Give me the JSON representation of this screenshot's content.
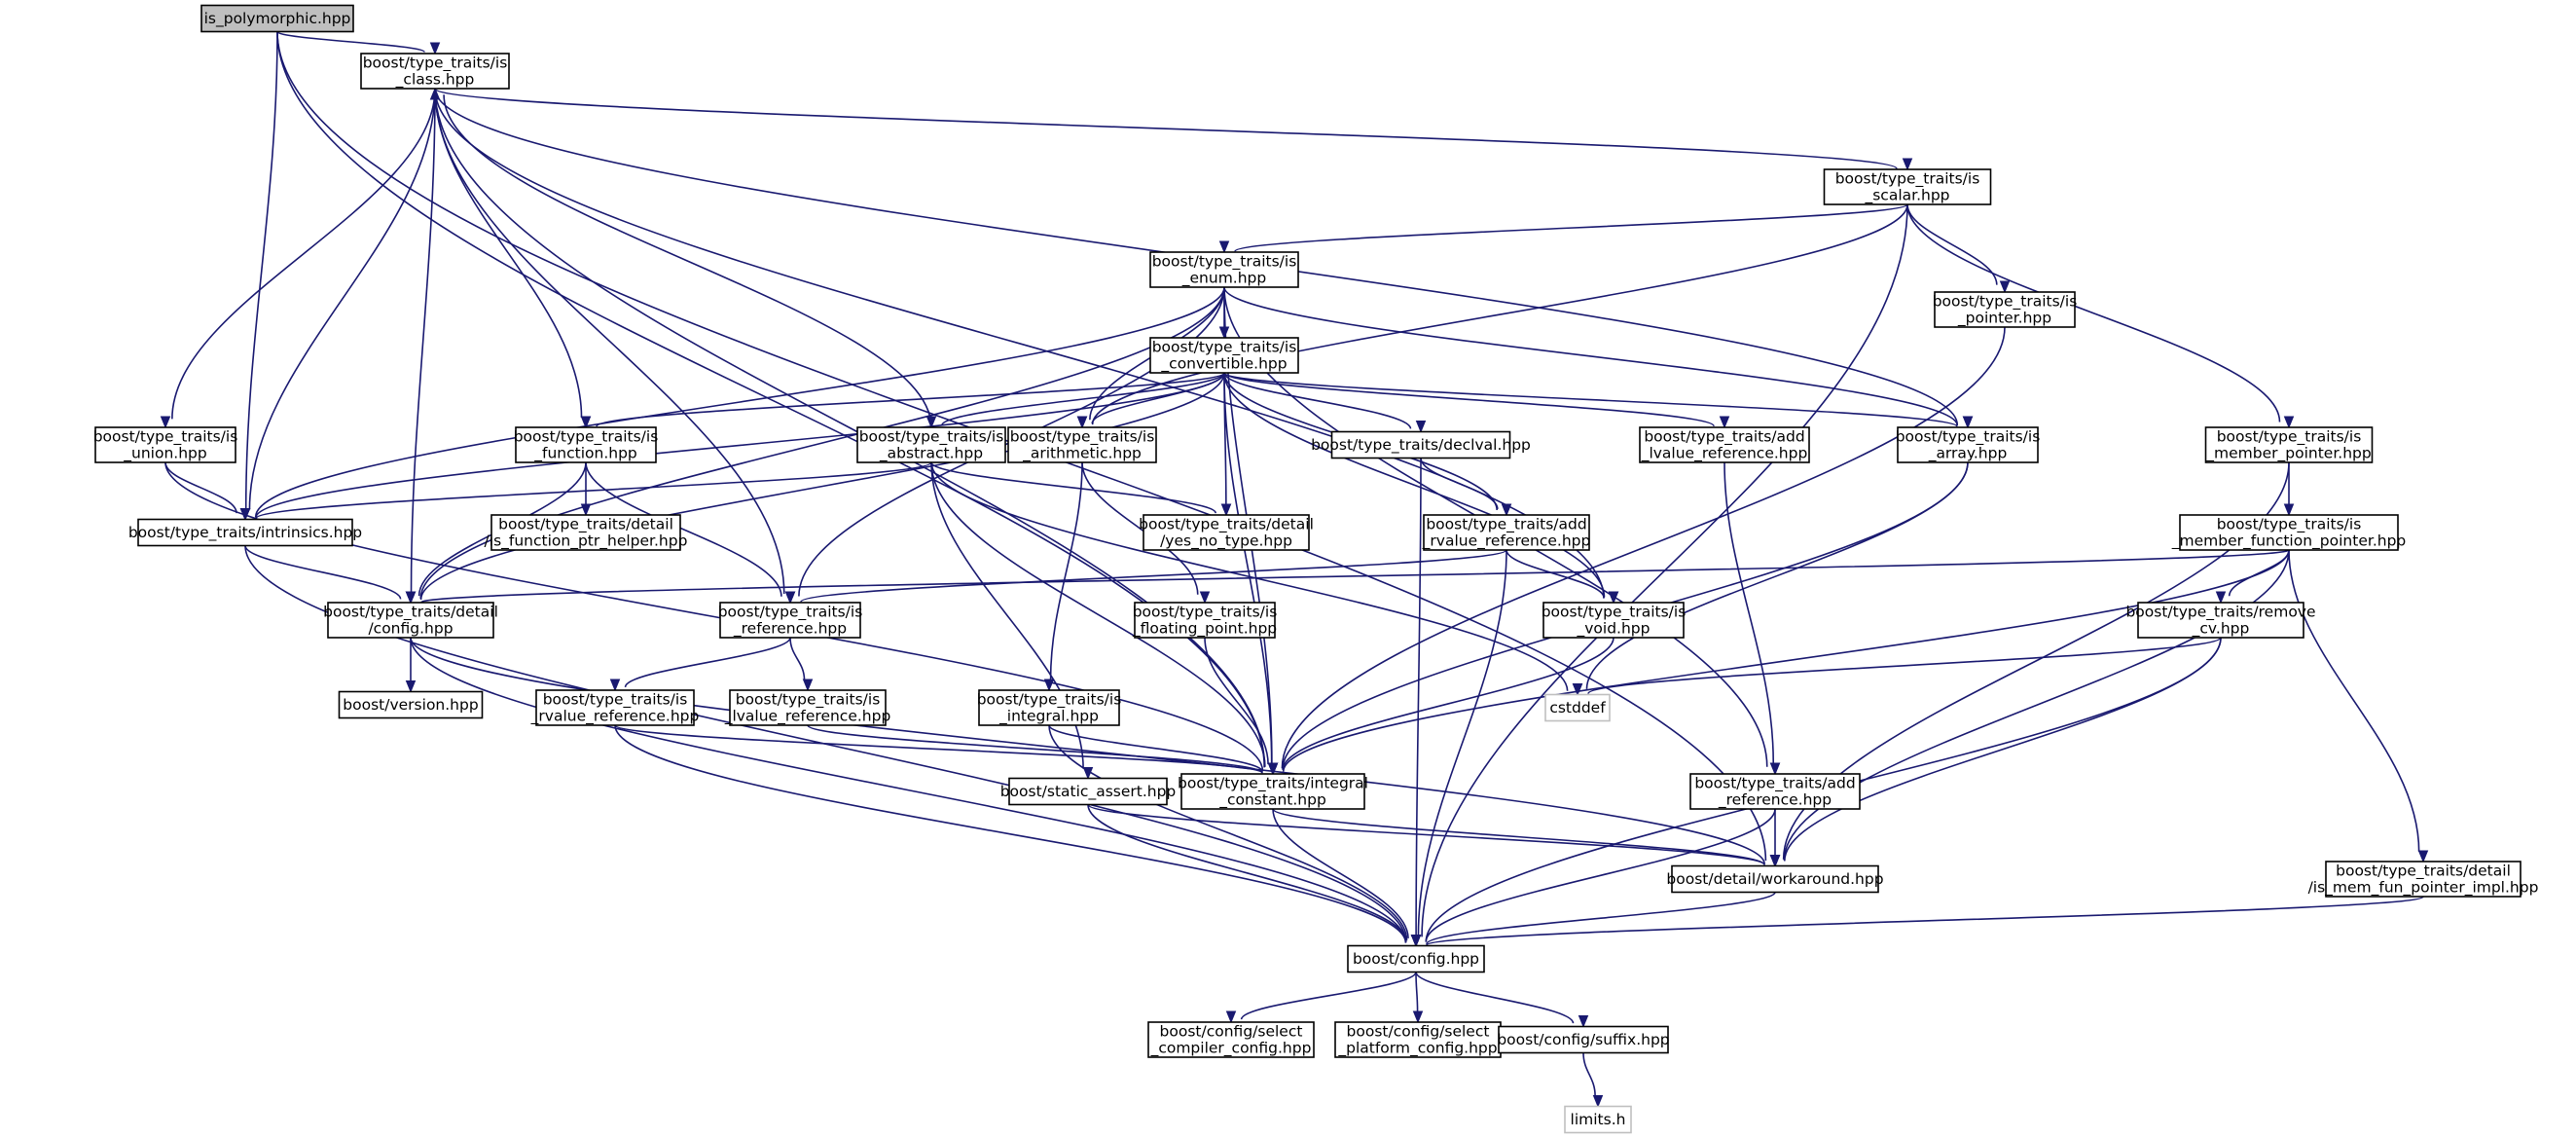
{
  "nodes": {
    "is_polymorphic": "is_polymorphic.hpp",
    "is_class": [
      "boost/type_traits/is",
      "_class.hpp"
    ],
    "is_scalar": [
      "boost/type_traits/is",
      "_scalar.hpp"
    ],
    "is_enum": [
      "boost/type_traits/is",
      "_enum.hpp"
    ],
    "is_convertible": [
      "boost/type_traits/is",
      "_convertible.hpp"
    ],
    "is_pointer": [
      "boost/type_traits/is",
      "_pointer.hpp"
    ],
    "is_union": [
      "boost/type_traits/is",
      "_union.hpp"
    ],
    "is_function": [
      "boost/type_traits/is",
      "_function.hpp"
    ],
    "is_abstract": [
      "boost/type_traits/is",
      "_abstract.hpp"
    ],
    "is_arithmetic": [
      "boost/type_traits/is",
      "_arithmetic.hpp"
    ],
    "declval": "boost/type_traits/declval.hpp",
    "add_lvalue_reference": [
      "boost/type_traits/add",
      "_lvalue_reference.hpp"
    ],
    "is_array": [
      "boost/type_traits/is",
      "_array.hpp"
    ],
    "is_member_pointer": [
      "boost/type_traits/is",
      "_member_pointer.hpp"
    ],
    "intrinsics": "boost/type_traits/intrinsics.hpp",
    "is_function_ptr_helper": [
      "boost/type_traits/detail",
      "/is_function_ptr_helper.hpp"
    ],
    "yes_no_type": [
      "boost/type_traits/detail",
      "/yes_no_type.hpp"
    ],
    "add_rvalue_reference": [
      "boost/type_traits/add",
      "_rvalue_reference.hpp"
    ],
    "is_member_function_pointer": [
      "boost/type_traits/is",
      "_member_function_pointer.hpp"
    ],
    "detail_config": [
      "boost/type_traits/detail",
      "/config.hpp"
    ],
    "is_reference": [
      "boost/type_traits/is",
      "_reference.hpp"
    ],
    "is_floating_point": [
      "boost/type_traits/is",
      "_floating_point.hpp"
    ],
    "is_void": [
      "boost/type_traits/is",
      "_void.hpp"
    ],
    "remove_cv": [
      "boost/type_traits/remove",
      "_cv.hpp"
    ],
    "cstddef": "cstddef",
    "version": "boost/version.hpp",
    "is_rvalue_reference": [
      "boost/type_traits/is",
      "_rvalue_reference.hpp"
    ],
    "is_lvalue_reference": [
      "boost/type_traits/is",
      "_lvalue_reference.hpp"
    ],
    "is_integral": [
      "boost/type_traits/is",
      "_integral.hpp"
    ],
    "integral_constant": [
      "boost/type_traits/integral",
      "_constant.hpp"
    ],
    "static_assert": "boost/static_assert.hpp",
    "add_reference": [
      "boost/type_traits/add",
      "_reference.hpp"
    ],
    "workaround": "boost/detail/workaround.hpp",
    "is_mem_fun_pointer_impl": [
      "boost/type_traits/detail",
      "/is_mem_fun_pointer_impl.hpp"
    ],
    "config": "boost/config.hpp",
    "select_compiler_config": [
      "boost/config/select",
      "_compiler_config.hpp"
    ],
    "select_platform_config": [
      "boost/config/select",
      "_platform_config.hpp"
    ],
    "suffix": "boost/config/suffix.hpp",
    "limits": "limits.h"
  },
  "edges": [
    [
      "is_polymorphic",
      "is_class"
    ],
    [
      "is_polymorphic",
      "intrinsics"
    ],
    [
      "is_polymorphic",
      "integral_constant"
    ],
    [
      "is_polymorphic",
      "workaround"
    ],
    [
      "is_class",
      "is_scalar"
    ],
    [
      "is_class",
      "is_union"
    ],
    [
      "is_class",
      "is_function"
    ],
    [
      "is_class",
      "intrinsics"
    ],
    [
      "is_class",
      "detail_config"
    ],
    [
      "is_class",
      "is_reference"
    ],
    [
      "is_class",
      "is_array"
    ],
    [
      "is_class",
      "is_void"
    ],
    [
      "is_class",
      "integral_constant"
    ],
    [
      "is_scalar",
      "is_enum"
    ],
    [
      "is_scalar",
      "is_arithmetic"
    ],
    [
      "is_scalar",
      "is_pointer"
    ],
    [
      "is_scalar",
      "is_member_pointer"
    ],
    [
      "is_scalar",
      "config"
    ],
    [
      "is_enum",
      "is_convertible"
    ],
    [
      "is_enum",
      "intrinsics"
    ],
    [
      "is_enum",
      "detail_config"
    ],
    [
      "is_enum",
      "is_reference"
    ],
    [
      "is_enum",
      "is_arithmetic"
    ],
    [
      "is_enum",
      "is_array"
    ],
    [
      "is_enum",
      "integral_constant"
    ],
    [
      "is_enum",
      "add_reference"
    ],
    [
      "is_convertible",
      "is_abstract"
    ],
    [
      "is_convertible",
      "is_arithmetic"
    ],
    [
      "is_convertible",
      "is_function"
    ],
    [
      "is_convertible",
      "intrinsics"
    ],
    [
      "is_convertible",
      "detail_config"
    ],
    [
      "is_convertible",
      "yes_no_type"
    ],
    [
      "is_convertible",
      "declval"
    ],
    [
      "is_convertible",
      "add_lvalue_reference"
    ],
    [
      "is_convertible",
      "add_rvalue_reference"
    ],
    [
      "is_convertible",
      "is_array"
    ],
    [
      "is_convertible",
      "is_void"
    ],
    [
      "is_convertible",
      "integral_constant"
    ],
    [
      "is_pointer",
      "integral_constant"
    ],
    [
      "is_union",
      "intrinsics"
    ],
    [
      "is_union",
      "integral_constant"
    ],
    [
      "is_function",
      "is_function_ptr_helper"
    ],
    [
      "is_function",
      "detail_config"
    ],
    [
      "is_function",
      "is_reference"
    ],
    [
      "is_abstract",
      "is_class"
    ],
    [
      "is_abstract",
      "intrinsics"
    ],
    [
      "is_abstract",
      "yes_no_type"
    ],
    [
      "is_abstract",
      "static_assert"
    ],
    [
      "is_abstract",
      "integral_constant"
    ],
    [
      "is_abstract",
      "cstddef"
    ],
    [
      "is_arithmetic",
      "is_integral"
    ],
    [
      "is_arithmetic",
      "is_floating_point"
    ],
    [
      "declval",
      "add_rvalue_reference"
    ],
    [
      "declval",
      "config"
    ],
    [
      "add_lvalue_reference",
      "add_reference"
    ],
    [
      "is_array",
      "cstddef"
    ],
    [
      "is_array",
      "integral_constant"
    ],
    [
      "is_member_pointer",
      "is_member_function_pointer"
    ],
    [
      "is_member_pointer",
      "workaround"
    ],
    [
      "intrinsics",
      "detail_config"
    ],
    [
      "intrinsics",
      "config"
    ],
    [
      "add_rvalue_reference",
      "is_void"
    ],
    [
      "add_rvalue_reference",
      "is_reference"
    ],
    [
      "add_rvalue_reference",
      "config"
    ],
    [
      "is_member_function_pointer",
      "detail_config"
    ],
    [
      "is_member_function_pointer",
      "remove_cv"
    ],
    [
      "is_member_function_pointer",
      "integral_constant"
    ],
    [
      "is_member_function_pointer",
      "is_mem_fun_pointer_impl"
    ],
    [
      "is_member_function_pointer",
      "workaround"
    ],
    [
      "detail_config",
      "version"
    ],
    [
      "detail_config",
      "config"
    ],
    [
      "detail_config",
      "workaround"
    ],
    [
      "is_reference",
      "is_rvalue_reference"
    ],
    [
      "is_reference",
      "is_lvalue_reference"
    ],
    [
      "is_floating_point",
      "integral_constant"
    ],
    [
      "is_void",
      "integral_constant"
    ],
    [
      "remove_cv",
      "cstddef"
    ],
    [
      "remove_cv",
      "workaround"
    ],
    [
      "remove_cv",
      "config"
    ],
    [
      "is_rvalue_reference",
      "integral_constant"
    ],
    [
      "is_rvalue_reference",
      "config"
    ],
    [
      "is_lvalue_reference",
      "integral_constant"
    ],
    [
      "is_integral",
      "integral_constant"
    ],
    [
      "is_integral",
      "config"
    ],
    [
      "integral_constant",
      "config"
    ],
    [
      "integral_constant",
      "workaround"
    ],
    [
      "static_assert",
      "config"
    ],
    [
      "static_assert",
      "workaround"
    ],
    [
      "add_reference",
      "workaround"
    ],
    [
      "add_reference",
      "config"
    ],
    [
      "workaround",
      "config"
    ],
    [
      "is_mem_fun_pointer_impl",
      "config"
    ],
    [
      "config",
      "select_compiler_config"
    ],
    [
      "config",
      "select_platform_config"
    ],
    [
      "config",
      "suffix"
    ],
    [
      "suffix",
      "limits"
    ]
  ]
}
